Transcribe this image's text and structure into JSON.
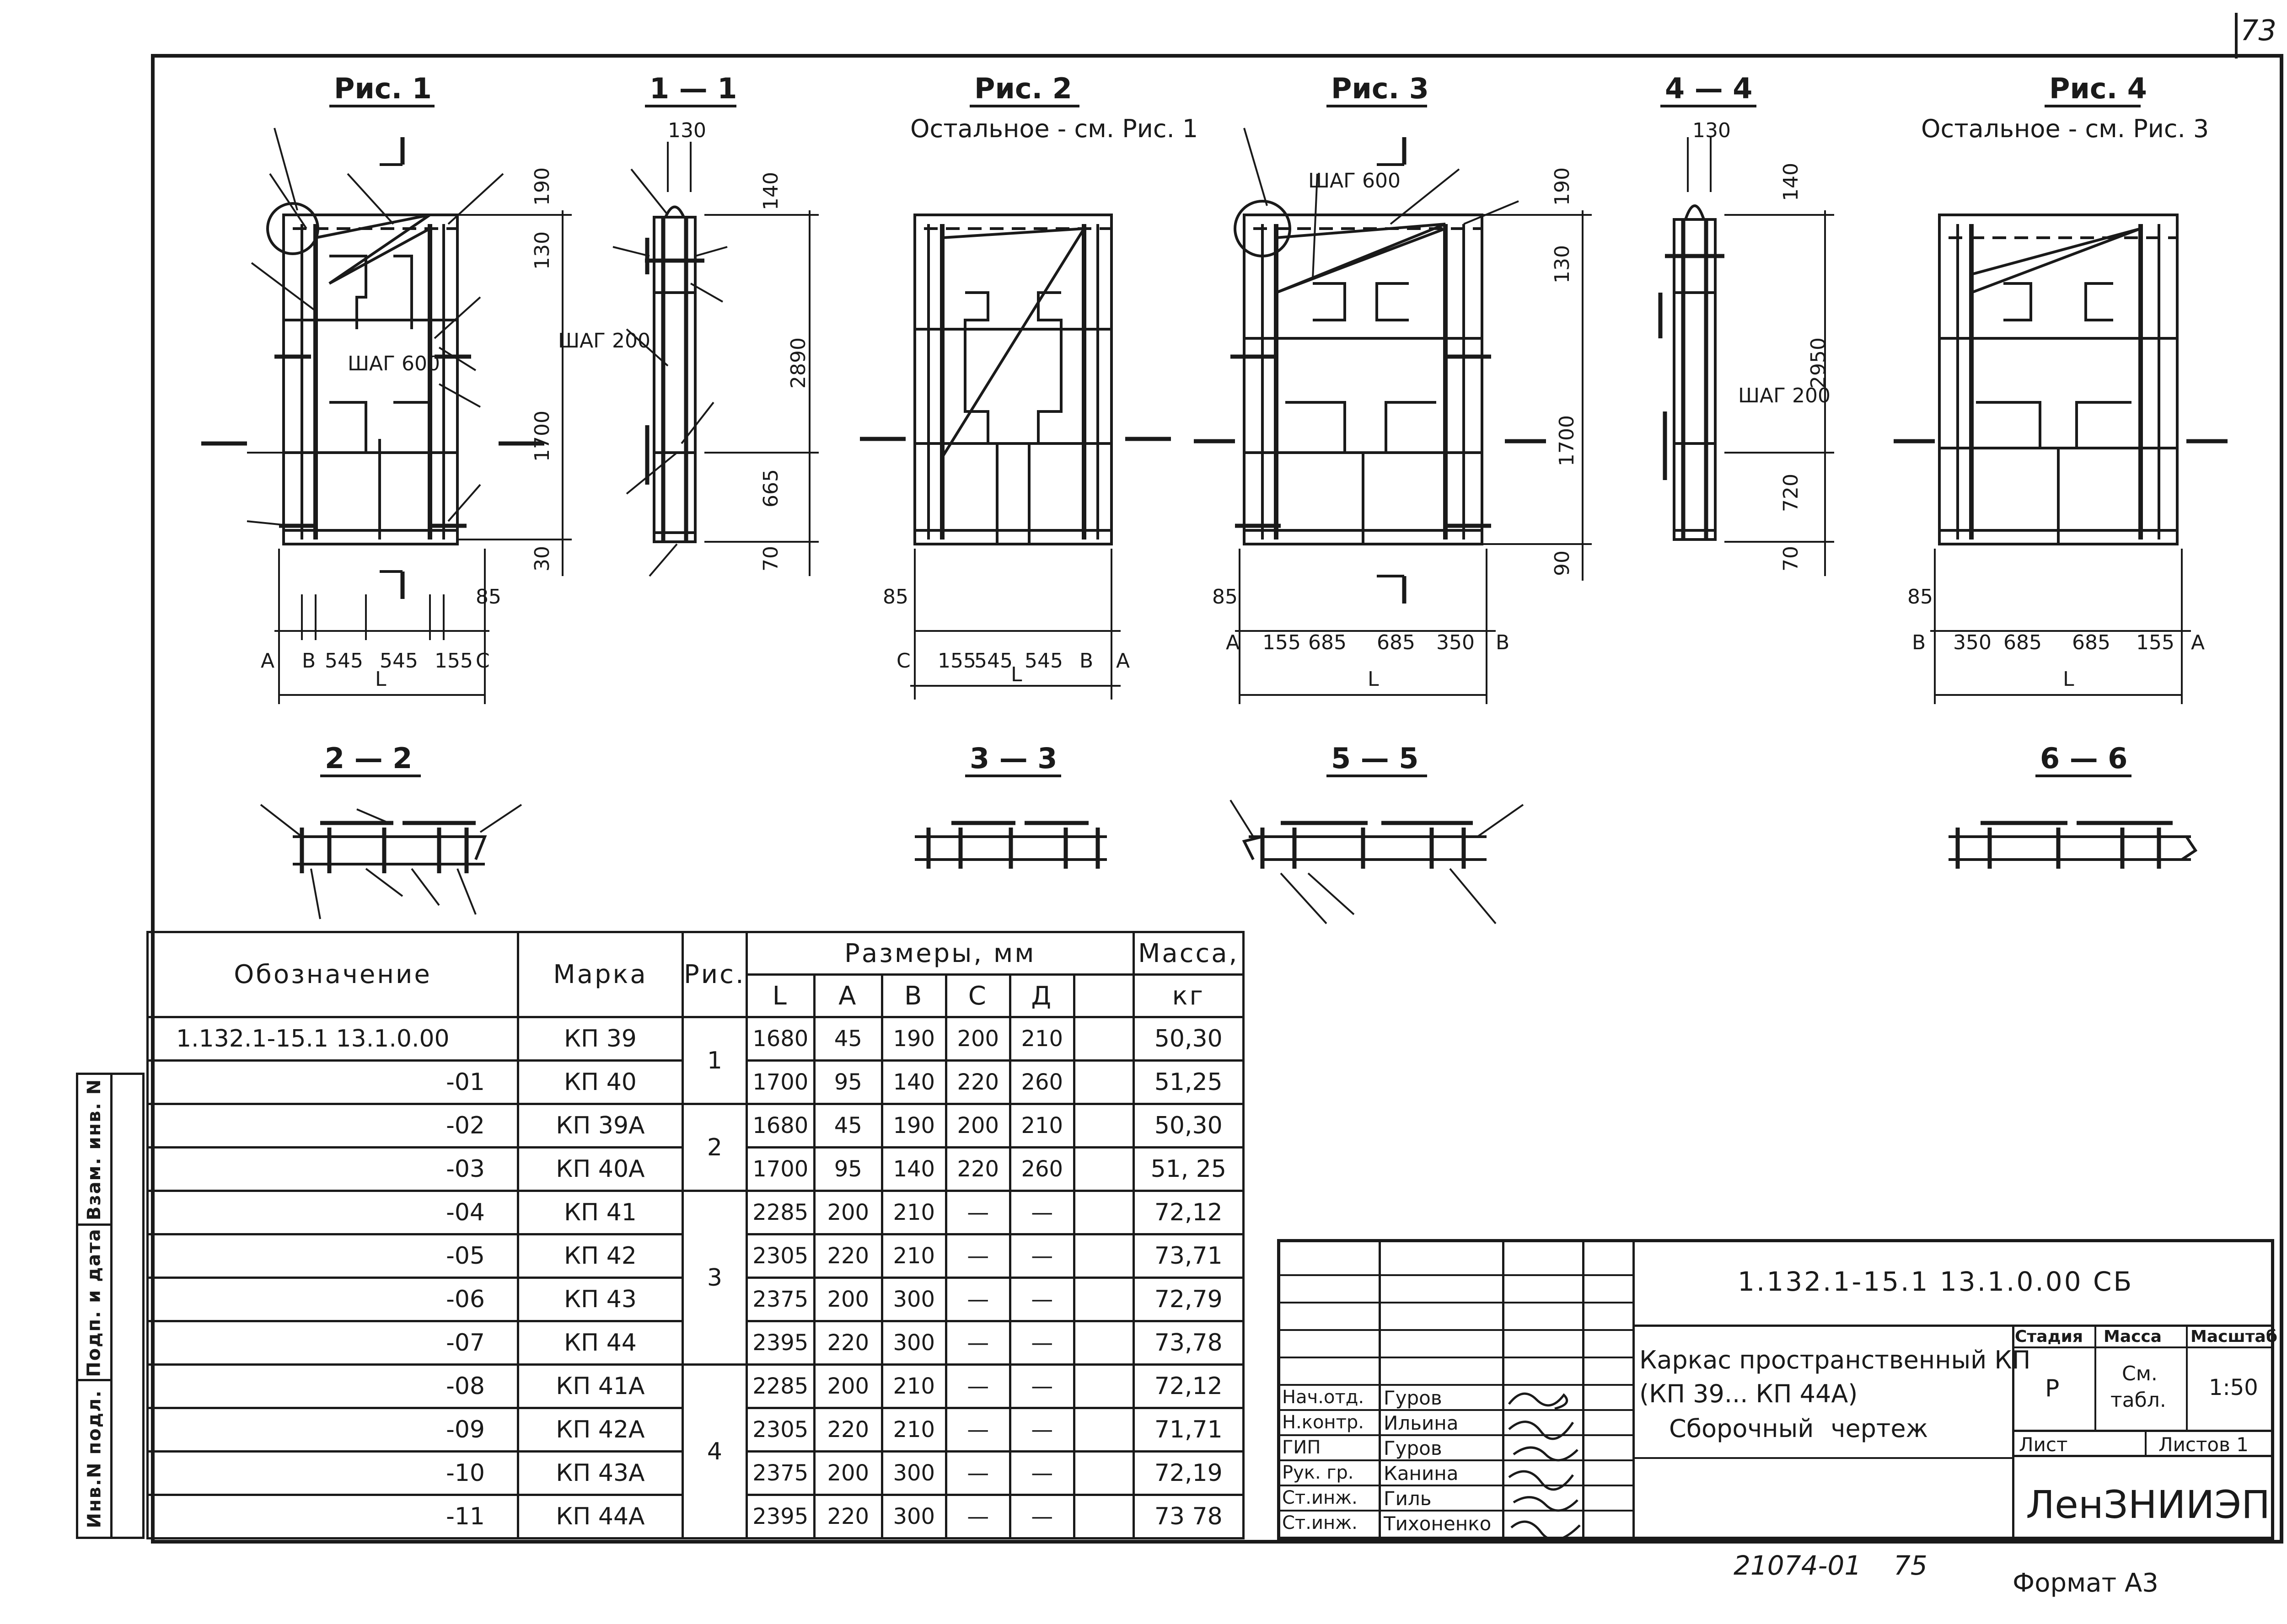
{
  "page": {
    "number": "73",
    "bottom_code": "21074-01",
    "bottom_num": "75",
    "format": "Формат А3"
  },
  "figures": {
    "fig1": {
      "title": "Рис. 1",
      "step_label": "ШАГ 600",
      "dims_bottom": [
        "A",
        "B",
        "545",
        "545",
        "155",
        "C"
      ],
      "dims_vertical": [
        "190",
        "130",
        "1700",
        "30"
      ],
      "length": "L",
      "dim_85": "85"
    },
    "sec11": {
      "title": "1 — 1",
      "top_dim": "130",
      "step_label": "ШАГ 200",
      "dims_vertical": [
        "140",
        "2890",
        "665",
        "70"
      ]
    },
    "fig2": {
      "title": "Рис. 2",
      "subtitle": "Остальное - см. Рис. 1",
      "dims_bottom": [
        "C",
        "155",
        "545",
        "545",
        "B",
        "A"
      ],
      "length": "L",
      "dim_85": "85"
    },
    "fig3": {
      "title": "Рис. 3",
      "step_label": "ШАГ 600",
      "dims_bottom": [
        "A",
        "155",
        "685",
        "685",
        "350",
        "B"
      ],
      "dims_vertical": [
        "190",
        "130",
        "1700",
        "90"
      ],
      "length": "L",
      "dim_85": "85"
    },
    "sec44": {
      "title": "4 — 4",
      "top_dim": "130",
      "step_label": "ШАГ 200",
      "dims_vertical": [
        "140",
        "2950",
        "720",
        "70"
      ]
    },
    "fig4": {
      "title": "Рис. 4",
      "subtitle": "Остальное - см. Рис. 3",
      "dims_bottom": [
        "B",
        "350",
        "685",
        "685",
        "155",
        "A"
      ],
      "length": "L",
      "dim_85": "85"
    },
    "sec22": {
      "title": "2 — 2"
    },
    "sec33": {
      "title": "3 — 3"
    },
    "sec55": {
      "title": "5 — 5"
    },
    "sec66": {
      "title": "6 — 6"
    }
  },
  "spec_table": {
    "headers": {
      "designation": "Обозначение",
      "mark": "Марка",
      "fig": "Рис.",
      "sizes": "Размеры, мм",
      "mass": "Масса,",
      "mass_unit": "кг",
      "L": "L",
      "A": "A",
      "B": "B",
      "C": "C",
      "D": "Д"
    },
    "rows": [
      {
        "des": "1.132.1-15.1  13.1.0.00",
        "mark": "КП 39",
        "fig": "1",
        "L": "1680",
        "A": "45",
        "B": "190",
        "C": "200",
        "D": "210",
        "mass": "50,30"
      },
      {
        "des": "-01",
        "mark": "КП 40",
        "fig": "",
        "L": "1700",
        "A": "95",
        "B": "140",
        "C": "220",
        "D": "260",
        "mass": "51,25"
      },
      {
        "des": "-02",
        "mark": "КП 39А",
        "fig": "2",
        "L": "1680",
        "A": "45",
        "B": "190",
        "C": "200",
        "D": "210",
        "mass": "50,30"
      },
      {
        "des": "-03",
        "mark": "КП 40А",
        "fig": "",
        "L": "1700",
        "A": "95",
        "B": "140",
        "C": "220",
        "D": "260",
        "mass": "51, 25"
      },
      {
        "des": "-04",
        "mark": "КП 41",
        "fig": "3",
        "L": "2285",
        "A": "200",
        "B": "210",
        "C": "—",
        "D": "—",
        "mass": "72,12"
      },
      {
        "des": "-05",
        "mark": "КП 42",
        "fig": "",
        "L": "2305",
        "A": "220",
        "B": "210",
        "C": "—",
        "D": "—",
        "mass": "73,71"
      },
      {
        "des": "-06",
        "mark": "КП 43",
        "fig": "",
        "L": "2375",
        "A": "200",
        "B": "300",
        "C": "—",
        "D": "—",
        "mass": "72,79"
      },
      {
        "des": "-07",
        "mark": "КП 44",
        "fig": "",
        "L": "2395",
        "A": "220",
        "B": "300",
        "C": "—",
        "D": "—",
        "mass": "73,78"
      },
      {
        "des": "-08",
        "mark": "КП 41А",
        "fig": "4",
        "L": "2285",
        "A": "200",
        "B": "210",
        "C": "—",
        "D": "—",
        "mass": "72,12"
      },
      {
        "des": "-09",
        "mark": "КП 42А",
        "fig": "",
        "L": "2305",
        "A": "220",
        "B": "210",
        "C": "—",
        "D": "—",
        "mass": "71,71"
      },
      {
        "des": "-10",
        "mark": "КП 43А",
        "fig": "",
        "L": "2375",
        "A": "200",
        "B": "300",
        "C": "—",
        "D": "—",
        "mass": "72,19"
      },
      {
        "des": "-11",
        "mark": "КП 44А",
        "fig": "",
        "L": "2395",
        "A": "220",
        "B": "300",
        "C": "—",
        "D": "—",
        "mass": "73 78"
      }
    ]
  },
  "side_strip": {
    "s1": "Взам. инв. N",
    "s2": "Подп. и дата",
    "s3": "Инв.N подл."
  },
  "title_block": {
    "doc_code": "1.132.1-15.1  13.1.0.00 СБ",
    "title_line1": "Каркас пространственный КП",
    "title_line2": "(КП 39... КП 44А)",
    "title_line3": "Сборочный  чертеж",
    "stage_h": "Стадия",
    "mass_h": "Масса",
    "scale_h": "Масштаб",
    "stage": "Р",
    "mass_v1": "См.",
    "mass_v2": "табл.",
    "scale": "1:50",
    "sheet": "Лист",
    "sheets": "Листов 1",
    "org": "ЛенЗНИИЭП",
    "staff": [
      {
        "role": "Нач.отд.",
        "name": "Гуров"
      },
      {
        "role": "Н.контр.",
        "name": "Ильина"
      },
      {
        "role": "ГИП",
        "name": "Гуров"
      },
      {
        "role": "Рук. гр.",
        "name": "Канина"
      },
      {
        "role": "Ст.инж.",
        "name": "Гиль"
      },
      {
        "role": "Ст.инж.",
        "name": "Тихоненко"
      }
    ]
  }
}
